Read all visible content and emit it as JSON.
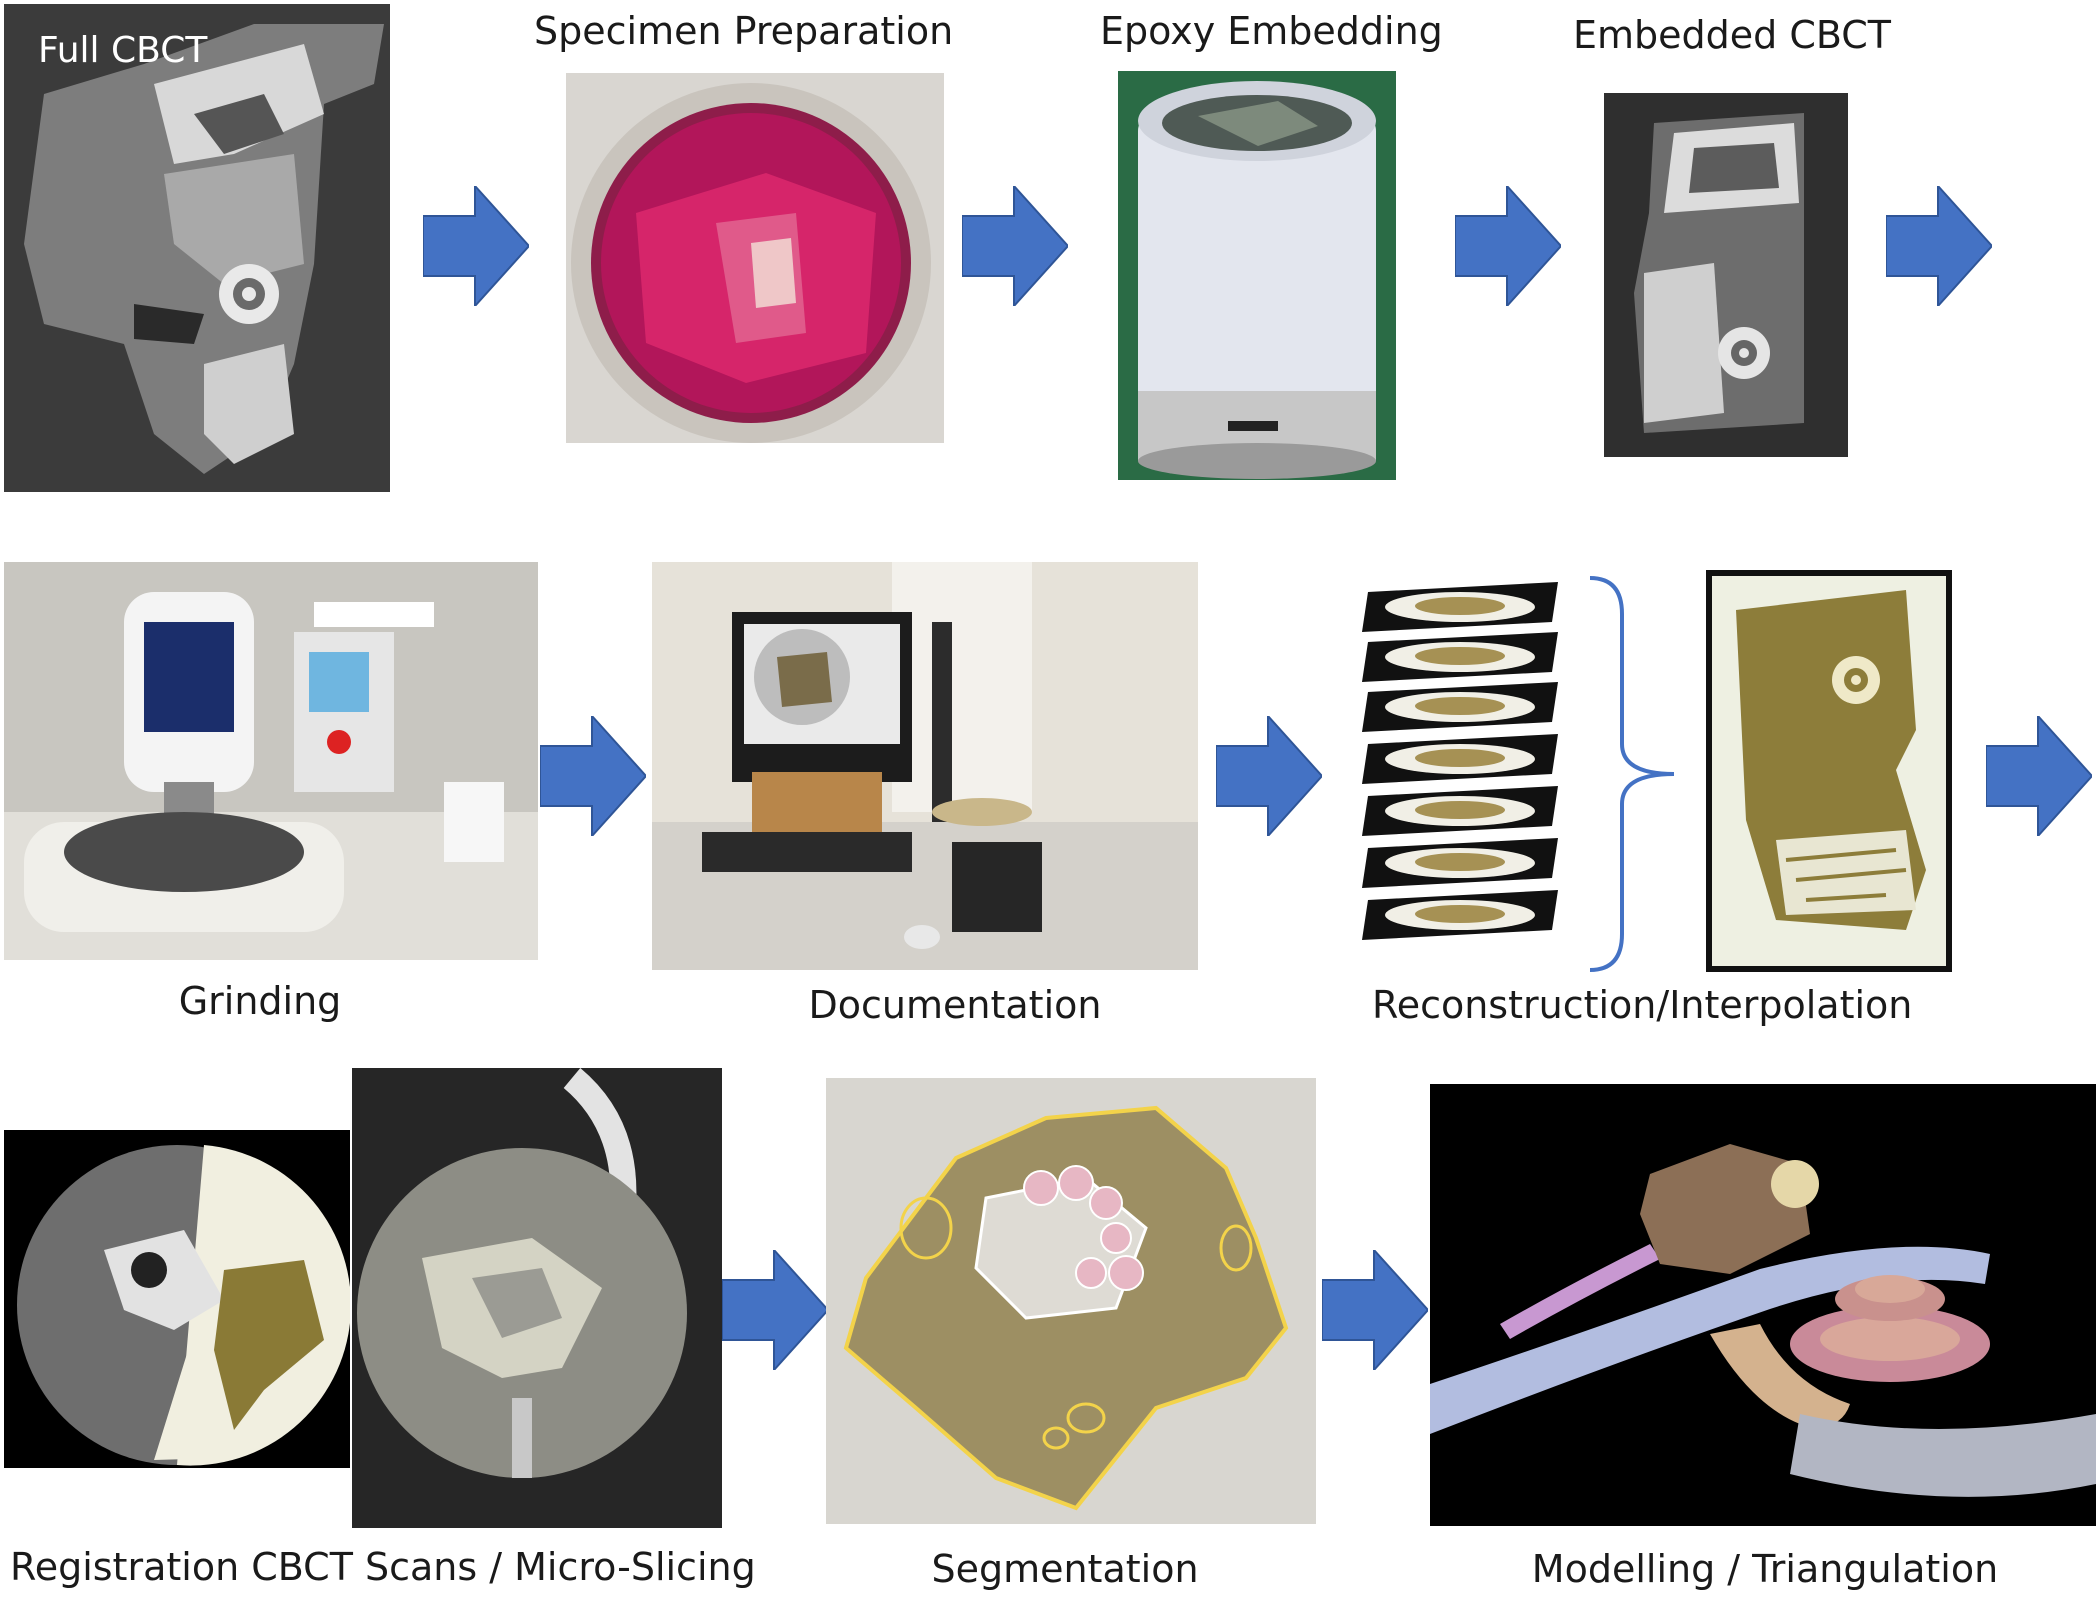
{
  "colors": {
    "arrow": "#4472c4",
    "arrow_edge": "#2f5597",
    "bracket": "#4472c4"
  },
  "steps": [
    {
      "key": "full_cbct",
      "label": "Full CBCT"
    },
    {
      "key": "specimen_preparation",
      "label": "Specimen Preparation"
    },
    {
      "key": "epoxy_embedding",
      "label": "Epoxy Embedding"
    },
    {
      "key": "embedded_cbct",
      "label": "Embedded CBCT"
    },
    {
      "key": "grinding",
      "label": "Grinding"
    },
    {
      "key": "documentation",
      "label": "Documentation"
    },
    {
      "key": "reconstruction",
      "label": "Reconstruction/Interpolation"
    },
    {
      "key": "registration",
      "label": "Registration CBCT Scans / Micro-Slicing"
    },
    {
      "key": "segmentation",
      "label": "Segmentation"
    },
    {
      "key": "modelling",
      "label": "Modelling / Triangulation"
    }
  ]
}
